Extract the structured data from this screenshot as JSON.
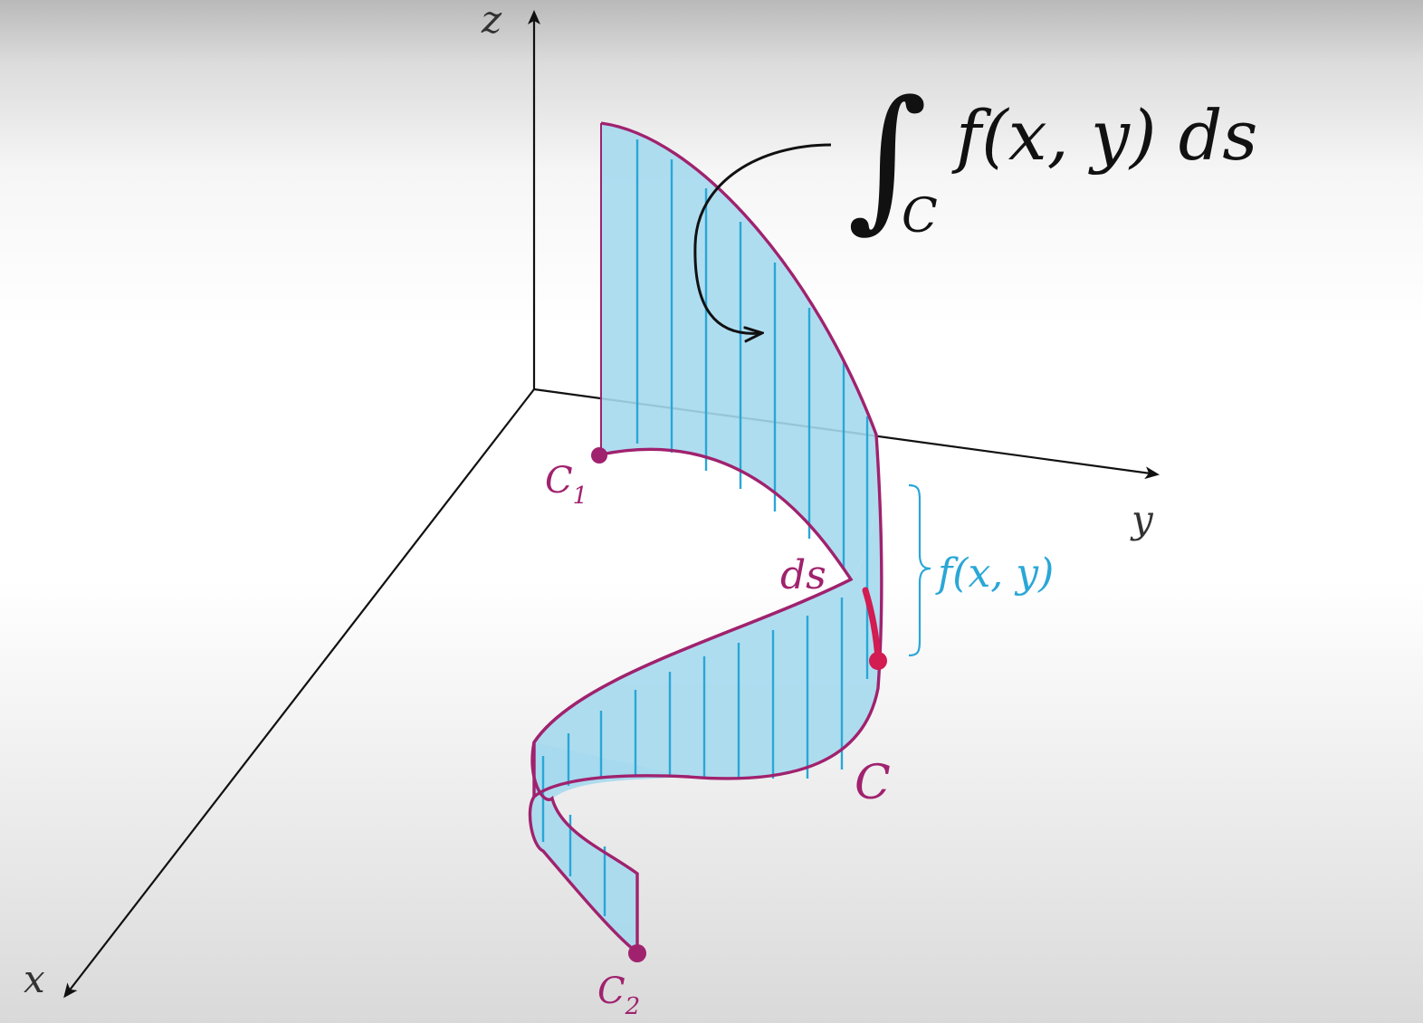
{
  "axes": {
    "x": "x",
    "y": "y",
    "z": "z"
  },
  "formula": {
    "integral": "∫",
    "subscript": "C",
    "integrand": "f(x, y) ds"
  },
  "curve": {
    "label": "C",
    "start": "C",
    "start_sub": "1",
    "end": "C",
    "end_sub": "2",
    "segment": "ds"
  },
  "height_label": "f(x, y)",
  "colors": {
    "curve": "#a0226e",
    "fill": "#a6d9ee",
    "fill_lines": "#2aa7d6",
    "ds_segment": "#d21c52",
    "arrow": "#111111"
  }
}
